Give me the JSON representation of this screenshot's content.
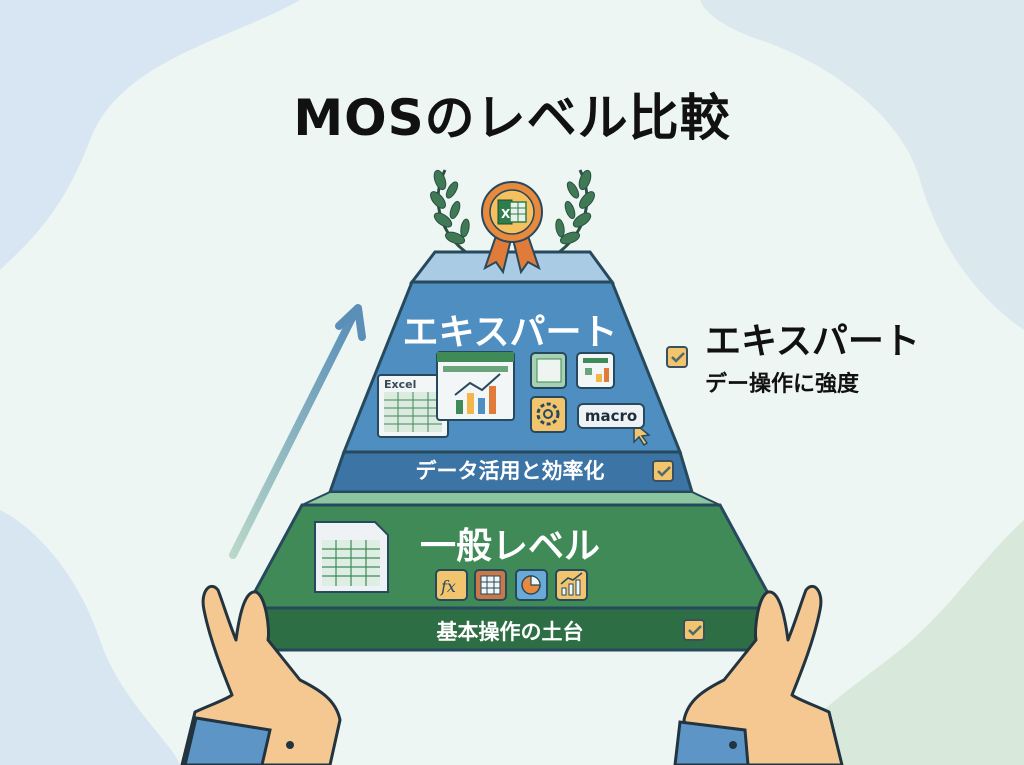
{
  "title": "MOSのレベル比較",
  "badge": {
    "icon": "excel-award-badge-icon",
    "letter": "X"
  },
  "pyramid": {
    "expert": {
      "title": "エキスパート",
      "band": "データ活用と効率化",
      "icons": [
        "excel-sheet-icon",
        "chart-window-icon",
        "pivot-table-icon",
        "data-model-icon",
        "gear-icon",
        "macro-button-icon"
      ],
      "excel_label": "Excel",
      "macro_label": "macro",
      "color": "#4f8ec0",
      "band_color": "#3c74a6"
    },
    "general": {
      "title": "一般レベル",
      "band": "基本操作の土台",
      "icons": [
        "spreadsheet-file-icon",
        "function-fx-icon",
        "table-icon",
        "pie-chart-icon",
        "bar-chart-trend-icon"
      ],
      "fx_label": "fx",
      "color": "#3f8a57",
      "band_color": "#2e6e44"
    }
  },
  "side_note": {
    "heading": "エキスパート",
    "subtext": "デー操作に強度"
  },
  "colors": {
    "checkbox": "#f3c46e",
    "hands": "#f6c891",
    "sleeve": "#5d95c6",
    "arrow": "#5b8fb8"
  }
}
